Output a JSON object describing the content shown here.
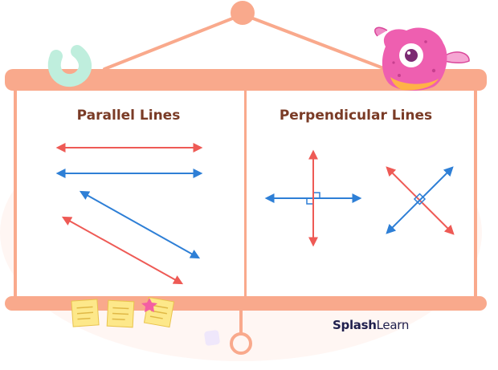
{
  "panels": {
    "left": {
      "title": "Parallel Lines"
    },
    "right": {
      "title": "Perpendicular Lines"
    }
  },
  "brand": {
    "part1": "Splash",
    "part2": "Learn"
  },
  "colors": {
    "frame": "#f9a98c",
    "board_bg": "#ffffff",
    "title": "#7a3b26",
    "red_line": "#ee5a55",
    "blue_line": "#2e7fd6",
    "monster": "#ee5fb0",
    "sticky_note": "#fde88a",
    "star": "#f45ea3",
    "swirl": "#bfeedd"
  }
}
